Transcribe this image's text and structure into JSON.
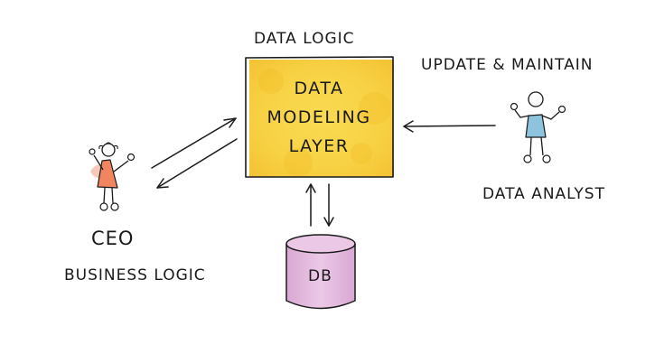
{
  "labels": {
    "data_logic": "DATA LOGIC",
    "update_maintain": "UPDATE & MAINTAIN",
    "data_analyst": "DATA ANALYST",
    "ceo": "CEO",
    "business_logic": "BUSINESS LOGIC",
    "db": "DB"
  },
  "box": {
    "line1": "DATA",
    "line2": "MODELING",
    "line3": "LAYER"
  },
  "colors": {
    "box_fill": "#f7d23a",
    "box_fill_dark": "#f0b81f",
    "db_fill": "#e3b9dd",
    "ceo_dress": "#f08560",
    "analyst_shirt": "#8ec3dd",
    "ink": "#1a1a1a"
  }
}
